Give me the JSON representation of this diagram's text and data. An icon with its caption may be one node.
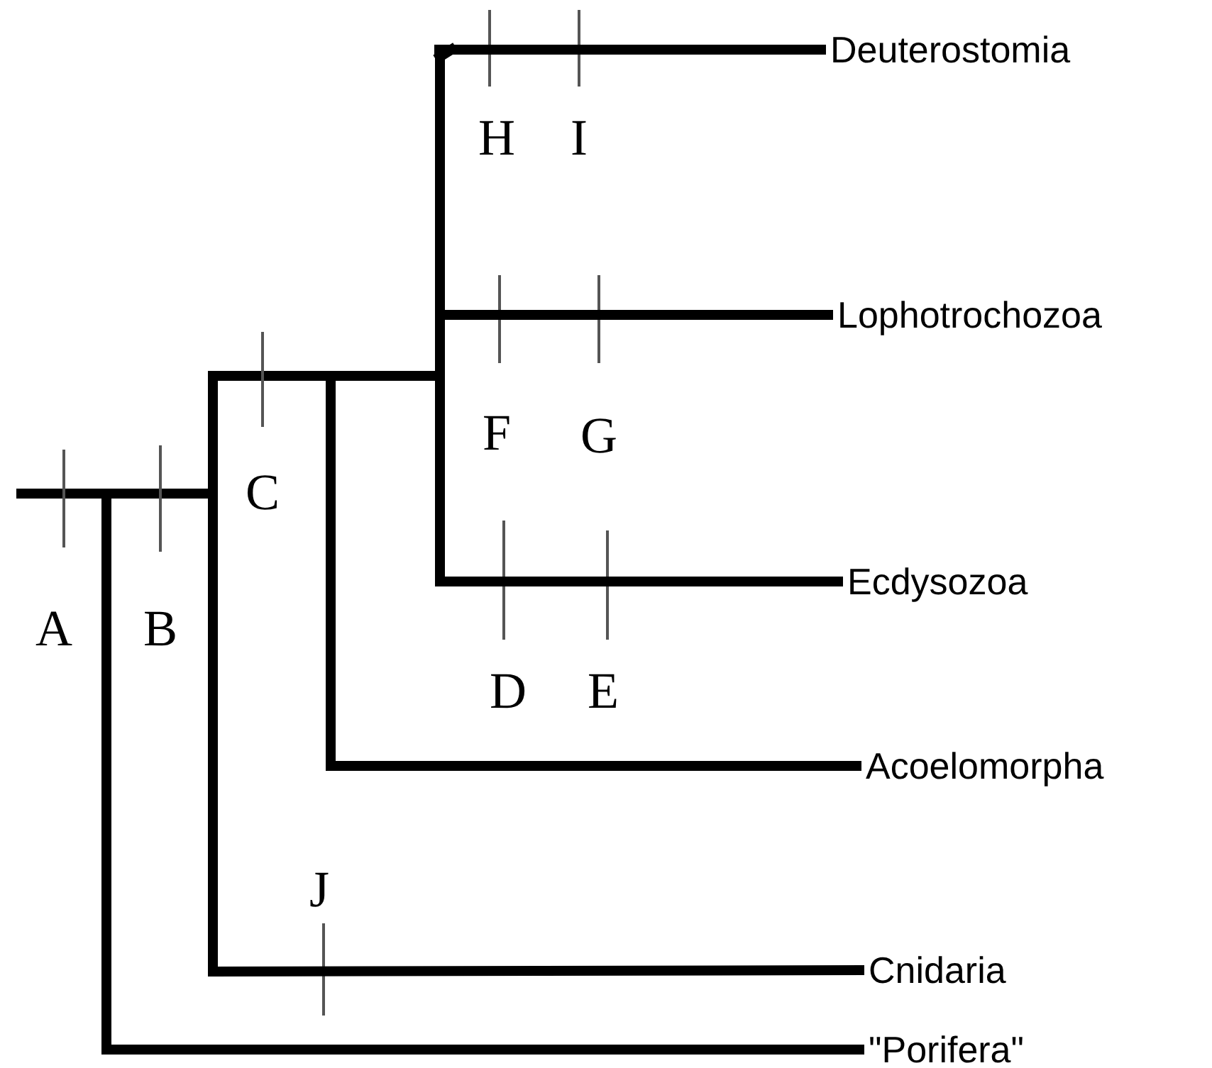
{
  "diagram": {
    "nodes": [
      {
        "text": [
          "Deuterostomia"
        ]
      },
      {
        "text": [
          "Lophotrochozoa"
        ]
      },
      {
        "text": [
          "Ecdysozoa"
        ]
      },
      {
        "text": [
          "Acoelomorpha"
        ]
      },
      {
        "text": [
          "Cnidaria"
        ]
      },
      {
        "text": [
          "\"Porifera\""
        ]
      }
    ],
    "edges": [
      {
        "from": null,
        "to": 0,
        "arrow": "none"
      },
      {
        "from": null,
        "to": 1,
        "arrow": "none"
      },
      {
        "from": null,
        "to": 2,
        "arrow": "none"
      },
      {
        "from": null,
        "to": 3,
        "arrow": "none"
      },
      {
        "from": null,
        "to": 4,
        "arrow": "none"
      },
      {
        "from": null,
        "to": 5,
        "arrow": "none"
      }
    ],
    "labels": [
      "H",
      "I",
      "F",
      "G",
      "C",
      "A",
      "B",
      "D",
      "E",
      "J"
    ]
  }
}
